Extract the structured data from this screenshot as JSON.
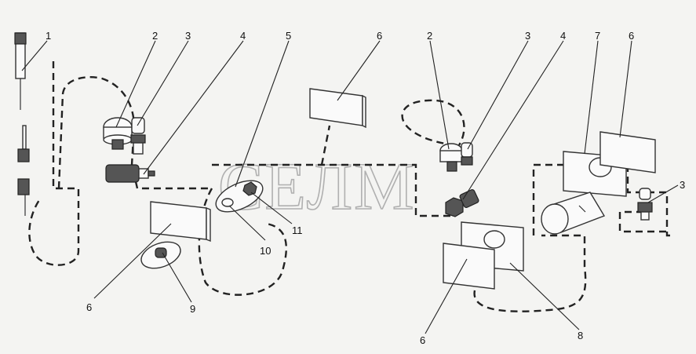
{
  "watermark": "СЕЛМ",
  "callouts": [
    {
      "id": "c1",
      "text": "1"
    },
    {
      "id": "c2a",
      "text": "2"
    },
    {
      "id": "c3a",
      "text": "3"
    },
    {
      "id": "c4a",
      "text": "4"
    },
    {
      "id": "c5",
      "text": "5"
    },
    {
      "id": "c6a",
      "text": "6"
    },
    {
      "id": "c2b",
      "text": "2"
    },
    {
      "id": "c3b",
      "text": "3"
    },
    {
      "id": "c4b",
      "text": "4"
    },
    {
      "id": "c7",
      "text": "7"
    },
    {
      "id": "c6b",
      "text": "6"
    },
    {
      "id": "c3c",
      "text": "3"
    },
    {
      "id": "c6c",
      "text": "6"
    },
    {
      "id": "c9",
      "text": "9"
    },
    {
      "id": "c10",
      "text": "10"
    },
    {
      "id": "c11",
      "text": "11"
    },
    {
      "id": "c6d",
      "text": "6"
    },
    {
      "id": "c8",
      "text": "8"
    }
  ]
}
